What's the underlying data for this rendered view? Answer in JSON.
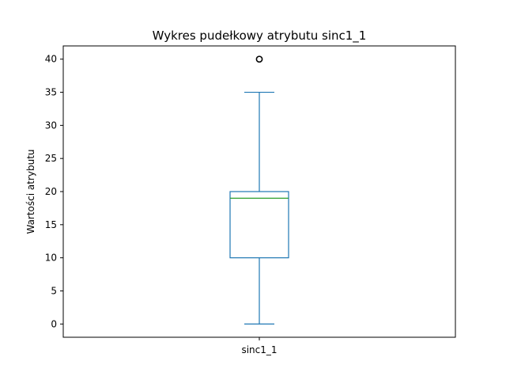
{
  "chart_data": {
    "type": "box",
    "title": "Wykres pudełkowy atrybutu sinc1_1",
    "xlabel": "",
    "ylabel": "Wartości atrybutu",
    "categories": [
      "sinc1_1"
    ],
    "ylim": [
      -2,
      42
    ],
    "yticks": [
      0,
      5,
      10,
      15,
      20,
      25,
      30,
      35,
      40
    ],
    "grid": false,
    "series": [
      {
        "whisker_low": 0,
        "q1": 10,
        "median": 19,
        "q3": 20,
        "whisker_high": 35,
        "outliers": [
          40
        ]
      }
    ],
    "colors": {
      "box": "#1f77b4",
      "median": "#2ca02c",
      "outlier": "#000000",
      "axes": "#000000"
    }
  }
}
